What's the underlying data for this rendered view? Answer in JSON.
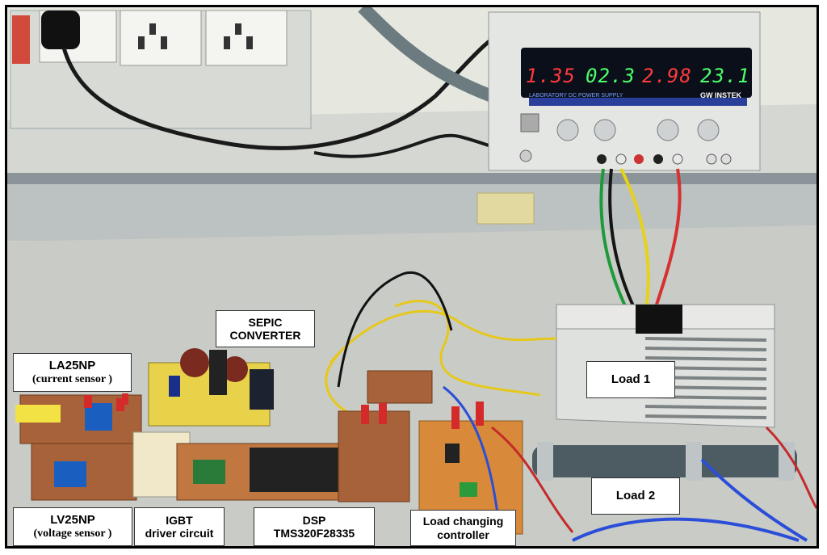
{
  "power_supply": {
    "readouts": [
      "1.35",
      "02.3",
      "2.98",
      "23.1"
    ],
    "readout_colors": [
      "#ff3b3b",
      "#4cff6a",
      "#ff3b3b",
      "#4cff6a"
    ],
    "brand": "GW INSTEK",
    "panel_text": "LABORATORY DC POWER SUPPLY"
  },
  "labels": {
    "la25np": {
      "line1": "LA25NP",
      "line2": "(current sensor )"
    },
    "sepic": {
      "line1": "SEPIC",
      "line2": "CONVERTER"
    },
    "load1": {
      "text": "Load 1"
    },
    "load2": {
      "text": "Load 2"
    },
    "lv25np": {
      "line1": "LV25NP",
      "line2": "(voltage sensor )"
    },
    "igbt": {
      "line1": "IGBT",
      "line2": "driver circuit"
    },
    "dsp": {
      "line1": "DSP",
      "line2": "TMS320F28335"
    },
    "load_ctrl": {
      "line1": "Load changing",
      "line2": "controller"
    }
  }
}
